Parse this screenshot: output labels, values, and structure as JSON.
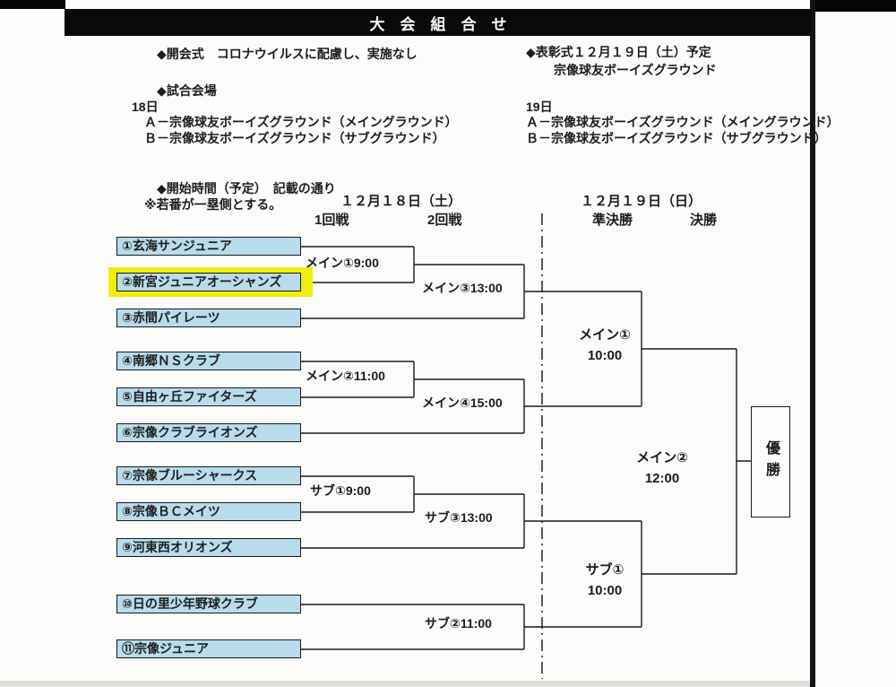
{
  "header": {
    "title": "大会組合せ"
  },
  "notes": {
    "opening": "◆開会式　コロナウイルスに配慮し、実施なし",
    "awards1": "◆表彰式１２月１９日（土）予定",
    "awards2": "宗像球友ボーイズグラウンド",
    "venue": "◆試合会場",
    "day18": "18日",
    "day18_a": "Ａ－宗像球友ボーイズグラウンド（メイングラウンド）",
    "day18_b": "Ｂ－宗像球友ボーイズグラウンド（サブグラウンド）",
    "day19": "19日",
    "day19_a": "Ａ－宗像球友ボーイズグラウンド（メイングラウンド）",
    "day19_b": "Ｂ－宗像球友ボーイズグラウンド（サブグラウンド）",
    "start_time": "◆開始時間（予定）　記載の通り",
    "first_base": "※若番が一塁側とする。"
  },
  "columns": {
    "date_left": "１２月１８日（土）",
    "date_right": "１２月１９日（日）",
    "round1": "1回戦",
    "round2": "2回戦",
    "semifinal": "準決勝",
    "final": "決勝"
  },
  "teams": [
    {
      "label": "①玄海サンジュニア",
      "highlight": false
    },
    {
      "label": "②新宮ジュニアオーシャンズ",
      "highlight": true
    },
    {
      "label": "③赤間パイレーツ",
      "highlight": false
    },
    {
      "label": "④南郷ＮＳクラブ",
      "highlight": false
    },
    {
      "label": "⑤自由ヶ丘ファイターズ",
      "highlight": false
    },
    {
      "label": "⑥宗像クラブライオンズ",
      "highlight": false
    },
    {
      "label": "⑦宗像ブルーシャークス",
      "highlight": false
    },
    {
      "label": "⑧宗像ＢＣメイツ",
      "highlight": false
    },
    {
      "label": "⑨河東西オリオンズ",
      "highlight": false
    },
    {
      "label": "⑩日の里少年野球クラブ",
      "highlight": false
    },
    {
      "label": "⑪宗像ジュニア",
      "highlight": false
    }
  ],
  "matches": {
    "main1": "メイン①9:00",
    "main2": "メイン②11:00",
    "main3": "メイン③13:00",
    "main4": "メイン④15:00",
    "sub1": "サブ①9:00",
    "sub2": "サブ②11:00",
    "sub3": "サブ③13:00",
    "semi_main_name": "メイン①",
    "semi_main_time": "10:00",
    "semi_sub_name": "サブ①",
    "semi_sub_time": "10:00",
    "final_name": "メイン②",
    "final_time": "12:00"
  },
  "champion_label": "優勝",
  "colors": {
    "team_box": "#b9dcec",
    "highlight": "#f0ee0a",
    "header_bar": "#0a0a0a"
  }
}
